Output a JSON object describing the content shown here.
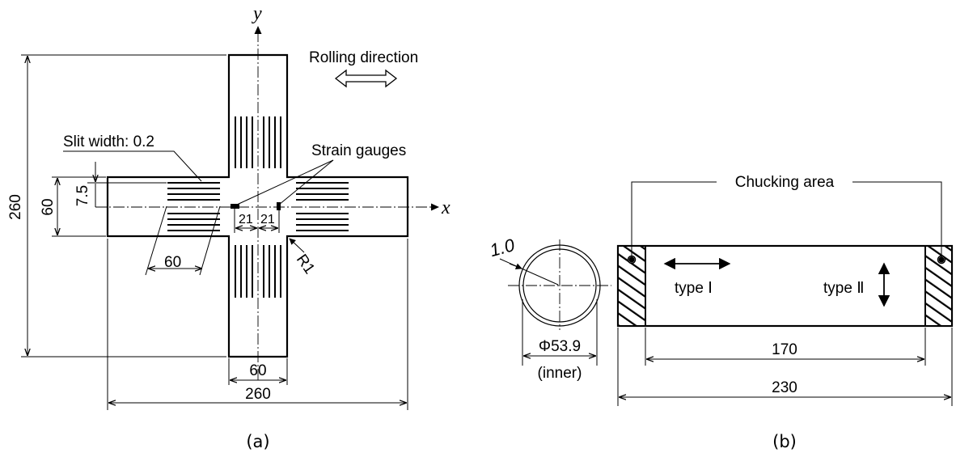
{
  "panel_a": {
    "axis_x": "x",
    "axis_y": "y",
    "rolling_direction": "Rolling direction",
    "slit_width": "Slit width: 0.2",
    "strain_gauges": "Strain gauges",
    "dim_height_total": "260",
    "dim_arm_width_left": "60",
    "dim_gauge_offset": "7.5",
    "dim_slit_length": "60",
    "dim_gauge_left": "21",
    "dim_gauge_right": "21",
    "fillet_radius": "R1",
    "dim_arm_width_bottom": "60",
    "dim_width_total": "260",
    "caption": "(a)"
  },
  "panel_b": {
    "chucking_area": "Chucking area",
    "thickness": "1.0",
    "type_1": "type Ⅰ",
    "type_2": "type Ⅱ",
    "diameter": "Φ53.9",
    "diameter_note": "(inner)",
    "dim_inner_length": "170",
    "dim_total_length": "230",
    "caption": "(b)"
  }
}
